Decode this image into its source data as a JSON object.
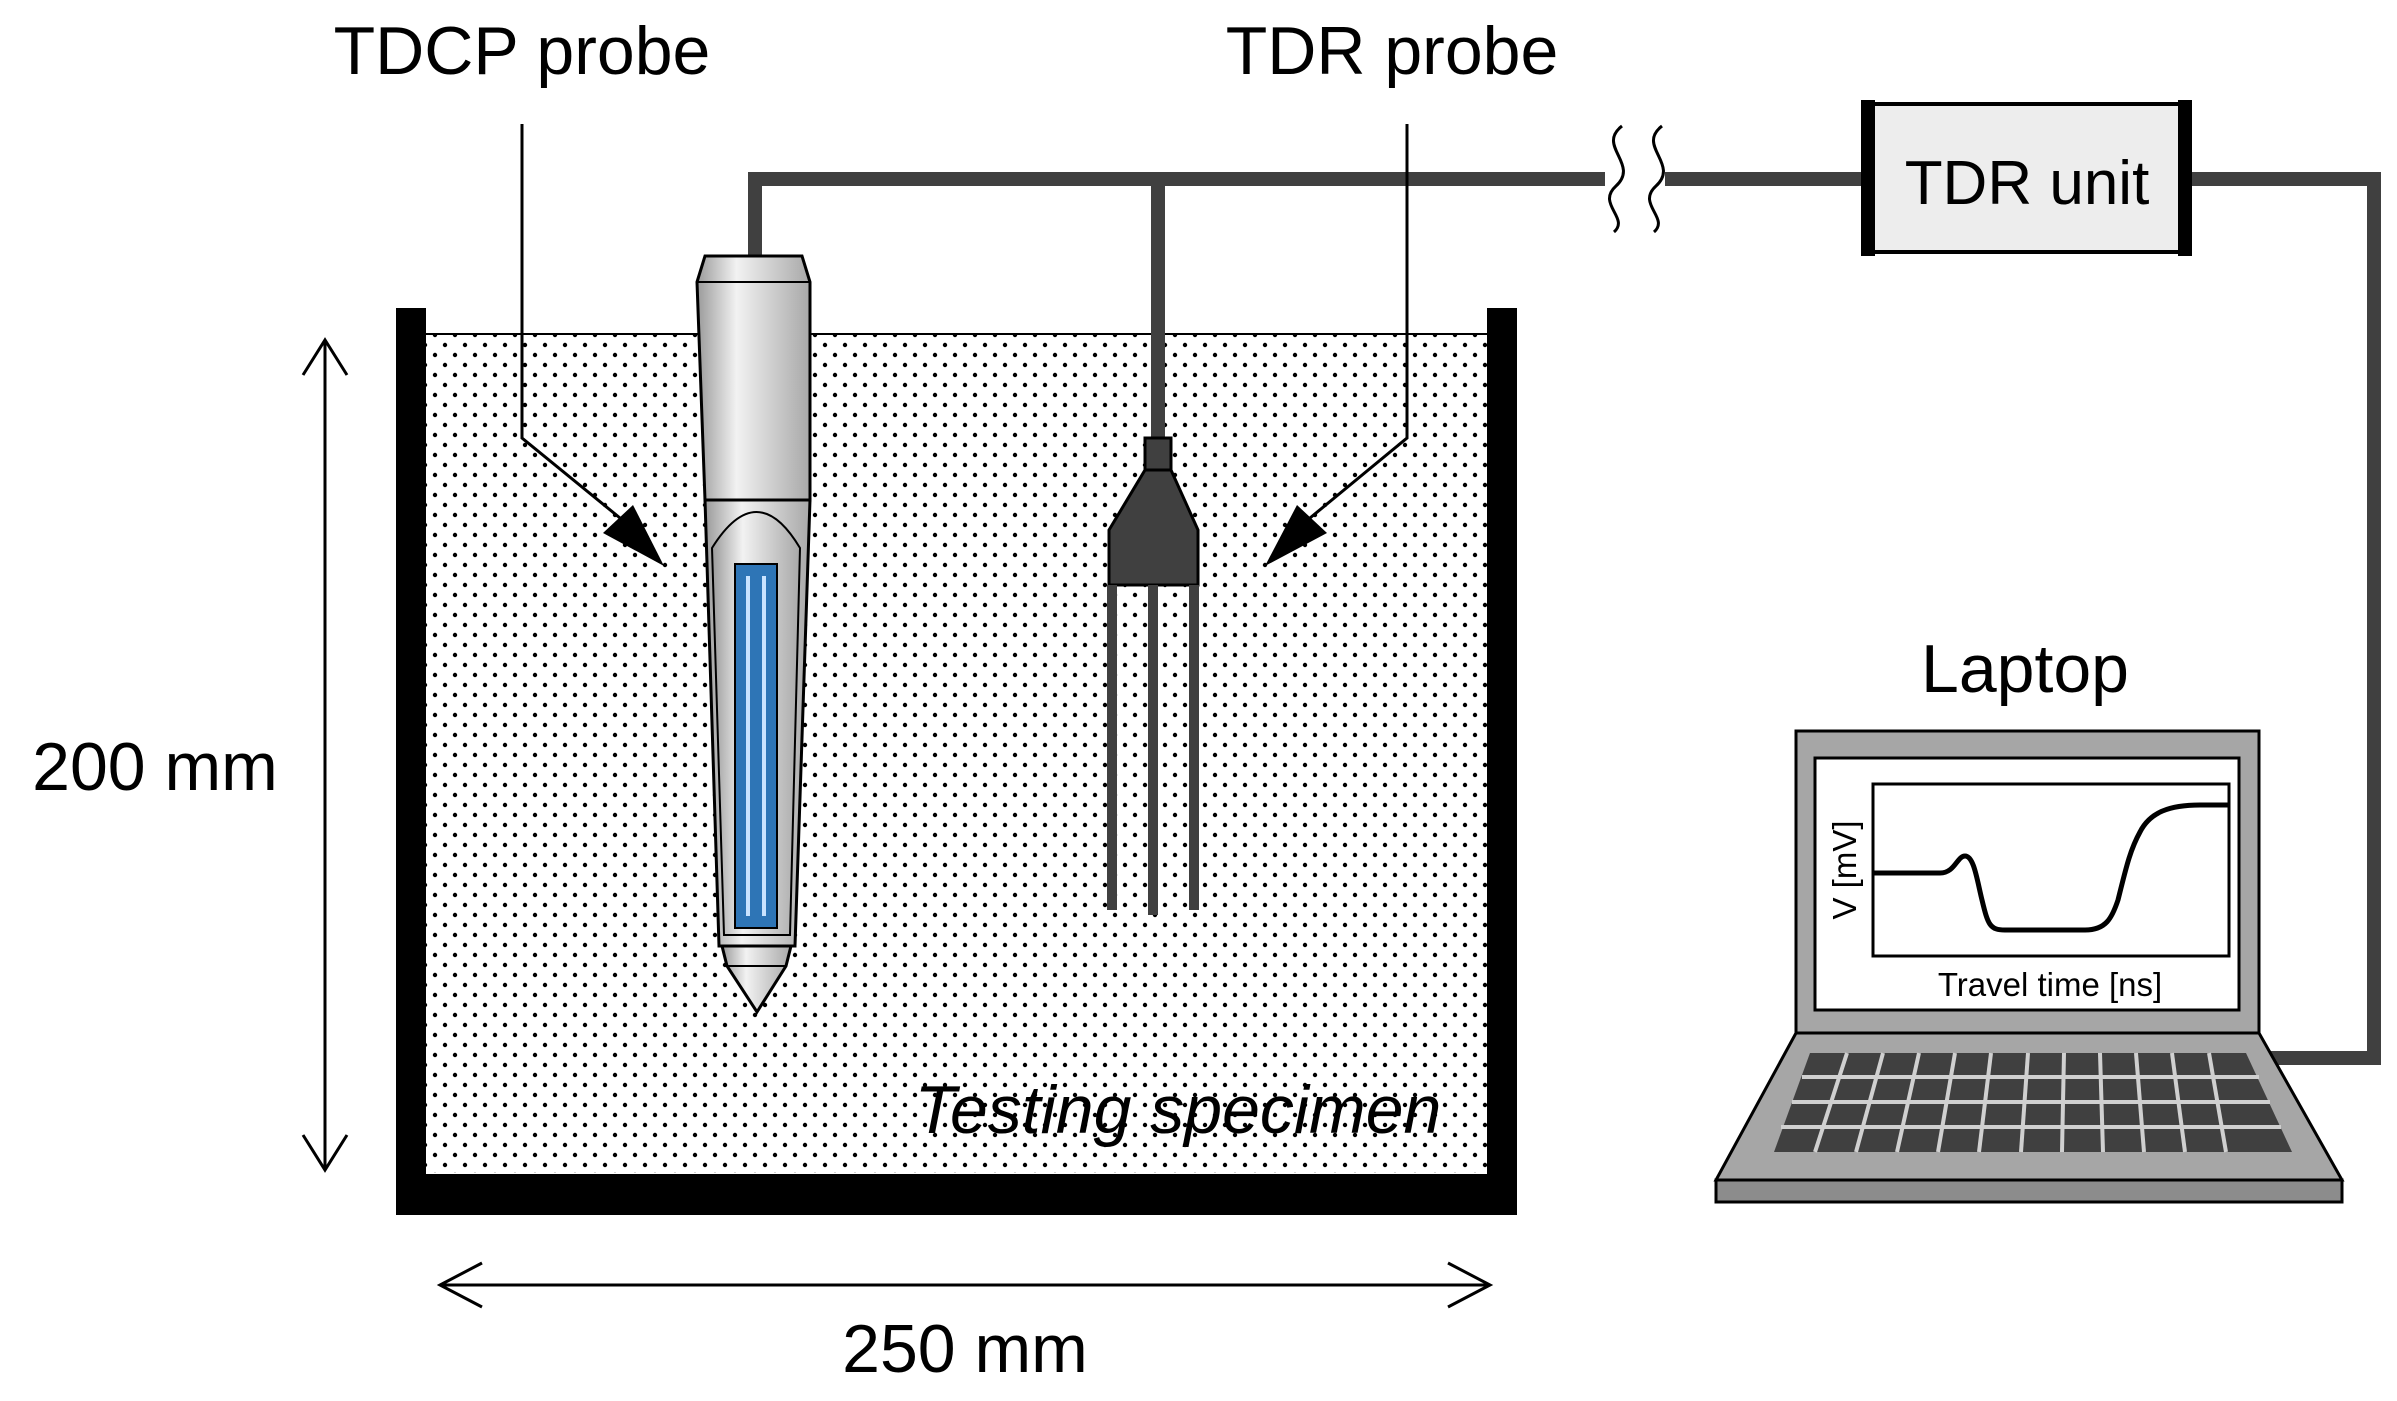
{
  "labels": {
    "tdcp_probe": "TDCP probe",
    "tdr_probe": "TDR probe",
    "tdr_unit": "TDR unit",
    "laptop": "Laptop",
    "height_dim": "200 mm",
    "width_dim": "250 mm",
    "specimen": "Testing specimen"
  },
  "screen_plot": {
    "ylabel": "V [mV]",
    "xlabel": "Travel  time [ns]"
  },
  "colors": {
    "cable": "#404040",
    "container": "#000000",
    "probe_body": "#d9d9d9",
    "probe_sensor": "#2e75b6",
    "tdr_head": "#404040",
    "unit_fill": "#ededed",
    "laptop_fill": "#a6a6a6",
    "keyboard": "#404040"
  }
}
